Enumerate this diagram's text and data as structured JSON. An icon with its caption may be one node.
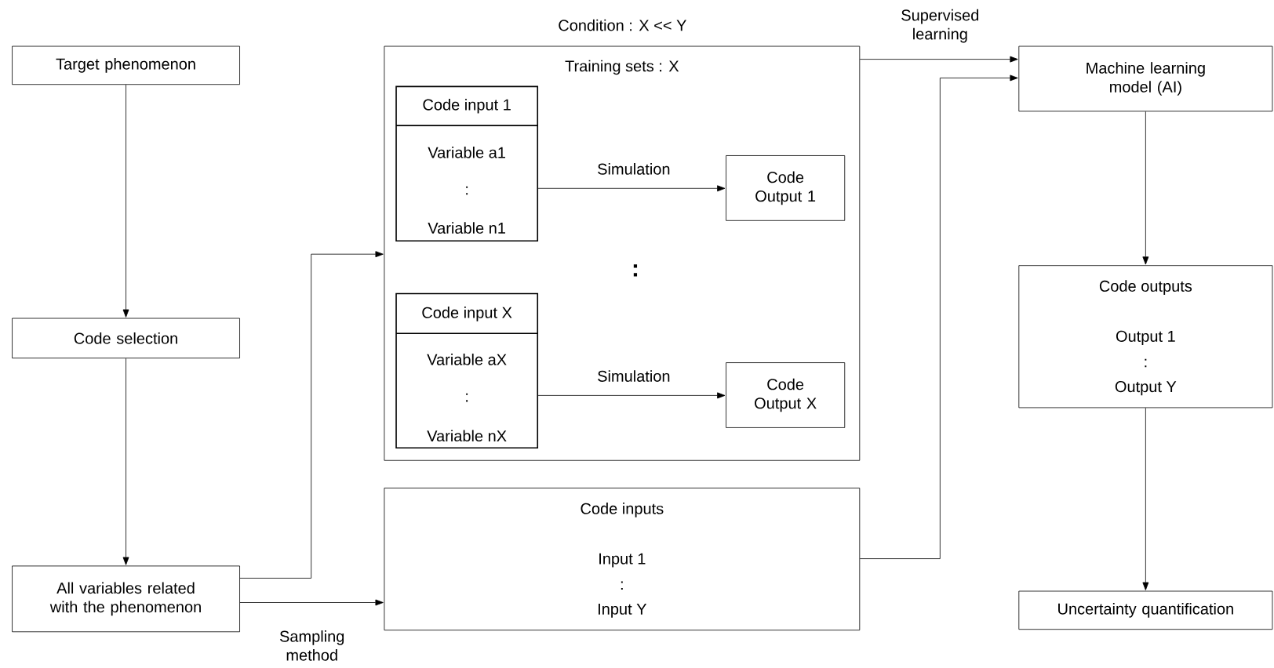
{
  "diagram": {
    "nodes": [
      {
        "text": [
          "Target phenomenon"
        ]
      },
      {
        "text": [
          "Code selection"
        ]
      },
      {
        "text": [
          "All variables related with the phenomenon"
        ]
      },
      {
        "text": [
          "Training sets :  X"
        ],
        "beside": [
          "Condition :  X << Y"
        ]
      },
      {
        "text": [
          "Code input 1",
          "Variable a1",
          ":",
          "Variable n1"
        ],
        "in": 3
      },
      {
        "text": [
          "Code Output 1"
        ],
        "in": 3
      },
      {
        "text": [
          "Code input X",
          "Variable aX",
          ":",
          "Variable nX"
        ],
        "in": 3
      },
      {
        "text": [
          "Code Output X"
        ],
        "in": 3
      },
      {
        "text": [
          "Code inputs",
          "Input 1",
          ":",
          "Input Y"
        ]
      },
      {
        "text": [
          "Machine learning model (AI)"
        ]
      },
      {
        "text": [
          "Code outputs",
          "Output 1",
          ":",
          "Output Y"
        ]
      },
      {
        "text": [
          "Uncertainty quantification"
        ]
      }
    ],
    "edges": [
      {
        "from": 0,
        "to": 1,
        "arrow": "to"
      },
      {
        "from": 1,
        "to": 2,
        "arrow": "to"
      },
      {
        "from": 2,
        "to": 3,
        "arrow": "to"
      },
      {
        "from": 2,
        "to": 8,
        "arrow": "to",
        "label": "Sampling method"
      },
      {
        "from": 4,
        "to": 5,
        "arrow": "to",
        "label": "Simulation"
      },
      {
        "from": 6,
        "to": 7,
        "arrow": "to",
        "label": "Simulation"
      },
      {
        "from": 3,
        "to": 9,
        "arrow": "to",
        "label": "Supervised learning"
      },
      {
        "from": 8,
        "to": 9,
        "arrow": "to"
      },
      {
        "from": 9,
        "to": 10,
        "arrow": "to"
      },
      {
        "from": 10,
        "to": 11,
        "arrow": "to"
      }
    ],
    "labels": [
      ":"
    ]
  }
}
